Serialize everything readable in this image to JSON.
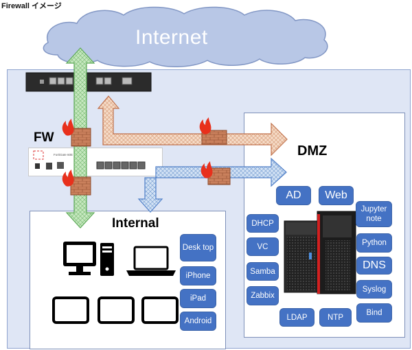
{
  "title": "Firewall イメージ",
  "cloud": {
    "label": "Internet"
  },
  "fw": {
    "label": "FW",
    "device_caption": "FortiGate 60E"
  },
  "dmz": {
    "label": "DMZ",
    "services": {
      "ad": "AD",
      "web": "Web",
      "jupyter": "Jupyter note",
      "dhcp": "DHCP",
      "python": "Python",
      "vc": "VC",
      "dns": "DNS",
      "samba": "Samba",
      "syslog": "Syslog",
      "zabbix": "Zabbix",
      "ldap": "LDAP",
      "ntp": "NTP",
      "bind": "Bind"
    }
  },
  "internal": {
    "label": "Internal",
    "devices": {
      "desktop": "Desk top",
      "iphone": "iPhone",
      "ipad": "iPad",
      "android": "Android"
    }
  },
  "colors": {
    "cloud": "#b8c7e6",
    "network_bg": "#dfe6f5",
    "service_button": "#4472c4",
    "internet_arrow": "#c7e8c0",
    "dmz_arrow": "#f2d0b8",
    "internal_arrow": "#c9dcf2",
    "firewall_brick": "#c0704a",
    "flame": "#e8301c"
  }
}
